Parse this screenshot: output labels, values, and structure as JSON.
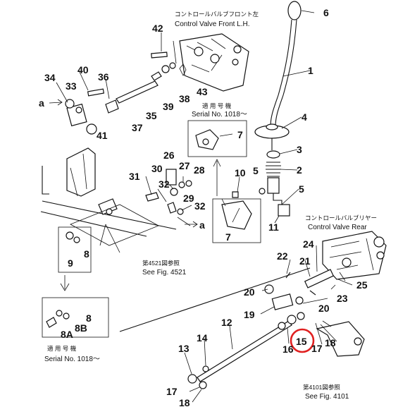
{
  "callouts": {
    "n1": "1",
    "n2": "2",
    "n3": "3",
    "n4": "4",
    "n5a": "5",
    "n5b": "5",
    "n6": "6",
    "n7a": "7",
    "n7b": "7",
    "n8a": "8",
    "n8b": "8",
    "n8A": "8A",
    "n8B": "8B",
    "n9": "9",
    "n10": "10",
    "n11": "11",
    "n12": "12",
    "n13": "13",
    "n14": "14",
    "n15": "15",
    "n16": "16",
    "n17a": "17",
    "n17b": "17",
    "n18a": "18",
    "n18b": "18",
    "n19": "19",
    "n20a": "20",
    "n20b": "20",
    "n21": "21",
    "n22": "22",
    "n23": "23",
    "n24": "24",
    "n25": "25",
    "n26": "26",
    "n27": "27",
    "n28": "28",
    "n29": "29",
    "n30": "30",
    "n31": "31",
    "n32a": "32",
    "n32b": "32",
    "n33": "33",
    "n34": "34",
    "n35": "35",
    "n36": "36",
    "n37": "37",
    "n38": "38",
    "n39": "39",
    "n40": "40",
    "n41": "41",
    "n42": "42",
    "n43": "43",
    "a1": "a",
    "a2": "a"
  },
  "captions": {
    "front_jp": "コントロールバルブフロント左",
    "front_en": "Control Valve Front L.H.",
    "rear_jp": "コントロールバルブリヤー",
    "rear_en": "Control Valve Rear",
    "serial_top_jp": "適 用 号 機",
    "serial_top_en": "Serial No. 1018～",
    "serial_bottom_jp": "適 用 号 機",
    "serial_bottom_en": "Serial No. 1018～",
    "fig4521_jp": "第4521図参照",
    "fig4521_en": "See Fig. 4521",
    "fig4101_jp": "第4101図参照",
    "fig4101_en": "See Fig. 4101"
  },
  "highlight": {
    "label": "15",
    "color": "#e02020"
  }
}
